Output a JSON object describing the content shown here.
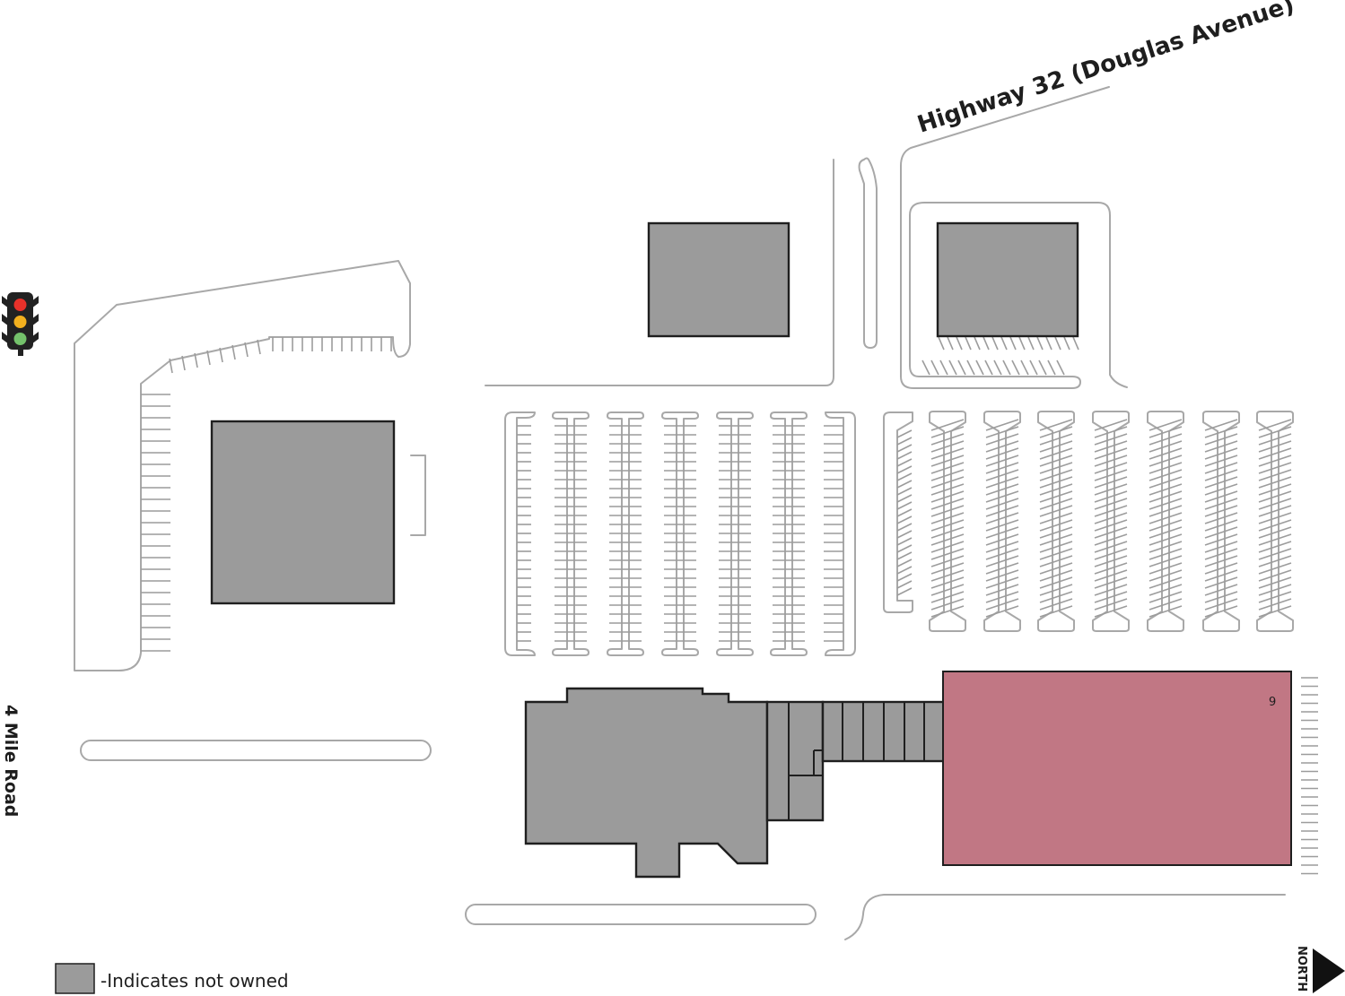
{
  "roads": {
    "highway": "Highway 32  (Douglas Avenue)",
    "side_road": "4 Mile Road"
  },
  "suites": [
    {
      "number": "9",
      "status": "available",
      "color": "#c17784"
    }
  ],
  "legend": {
    "swatch_color": "#9b9b9b",
    "text": "-Indicates not owned"
  },
  "north": {
    "label": "NORTH"
  },
  "traffic_light": {
    "red": "#e8312a",
    "yellow": "#f2b01e",
    "green": "#74c26b"
  },
  "icons": [
    "traffic-light-icon",
    "north-arrow-icon"
  ]
}
